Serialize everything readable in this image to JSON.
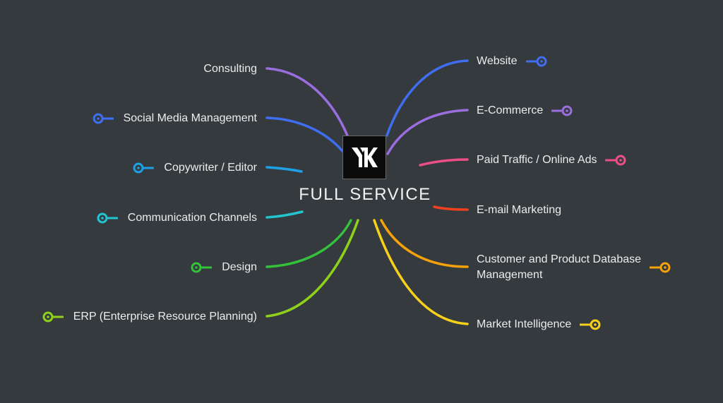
{
  "center": {
    "title": "FULL SERVICE",
    "logo_icon": "yk-monogram-logo"
  },
  "left_items": [
    {
      "label": "Consulting",
      "color": "#9b6ee0",
      "has_pin": false
    },
    {
      "label": "Social Media Management",
      "color": "#3f6ef0",
      "has_pin": true
    },
    {
      "label": "Copywriter / Editor",
      "color": "#1ea0e6",
      "has_pin": true
    },
    {
      "label": "Communication Channels",
      "color": "#22c4d0",
      "has_pin": true
    },
    {
      "label": "Design",
      "color": "#34c23c",
      "has_pin": true
    },
    {
      "label": "ERP (Enterprise Resource Planning)",
      "color": "#8fd11a",
      "has_pin": true
    }
  ],
  "right_items": [
    {
      "label": "Website",
      "color": "#3f6ef0",
      "has_pin": true
    },
    {
      "label": "E-Commerce",
      "color": "#9b6ee0",
      "has_pin": true
    },
    {
      "label": "Paid Traffic / Online Ads",
      "color": "#ec4f86",
      "has_pin": true
    },
    {
      "label": "E-mail Marketing",
      "color": "#f0401e",
      "has_pin": false
    },
    {
      "label": "Customer and Product Database",
      "label_line2": "Management",
      "color": "#f5a20a",
      "has_pin": true
    },
    {
      "label": "Market Intelligence",
      "color": "#f7d01c",
      "has_pin": true
    }
  ]
}
